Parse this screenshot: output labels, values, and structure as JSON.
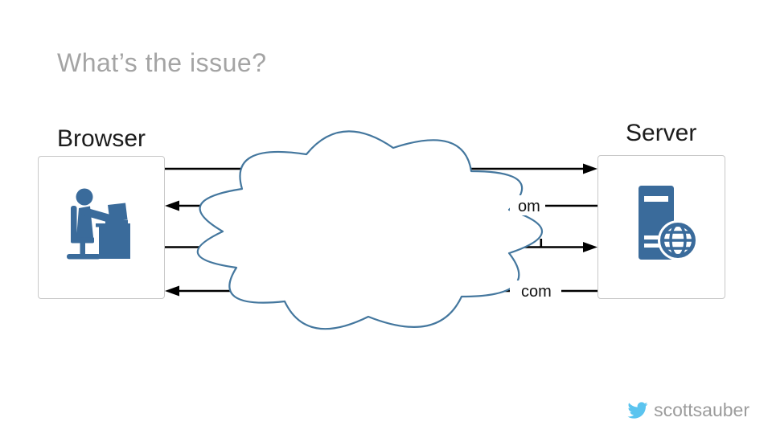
{
  "slide": {
    "title": "What’s the issue?"
  },
  "diagram": {
    "browser": {
      "label": "Browser",
      "icon": "person-at-desk-icon"
    },
    "server": {
      "label": "Server",
      "icon": "server-with-globe-icon"
    },
    "cloud": {
      "shape": "cloud-outline",
      "fill": "#ffffff",
      "stroke": "#44779e"
    },
    "arrows": [
      {
        "row": 1,
        "from": "browser",
        "to": "server",
        "label_fragment": ""
      },
      {
        "row": 2,
        "from": "server",
        "to": "browser",
        "label_fragment": "om"
      },
      {
        "row": 3,
        "from": "browser",
        "to": "server",
        "label_fragment": ""
      },
      {
        "row": 4,
        "from": "server",
        "to": "browser",
        "label_fragment": "com"
      }
    ]
  },
  "footer": {
    "handle": "scottsauber"
  },
  "colors": {
    "icon_blue": "#3a6b9b",
    "cloud_stroke": "#44779e",
    "arrow_black": "#000000",
    "title_gray": "#a4a4a4",
    "label_black": "#1c1c1c",
    "footer_gray": "#9c9c9c",
    "twitter_blue": "#5bc4ef",
    "box_border": "#c8c8c8"
  }
}
